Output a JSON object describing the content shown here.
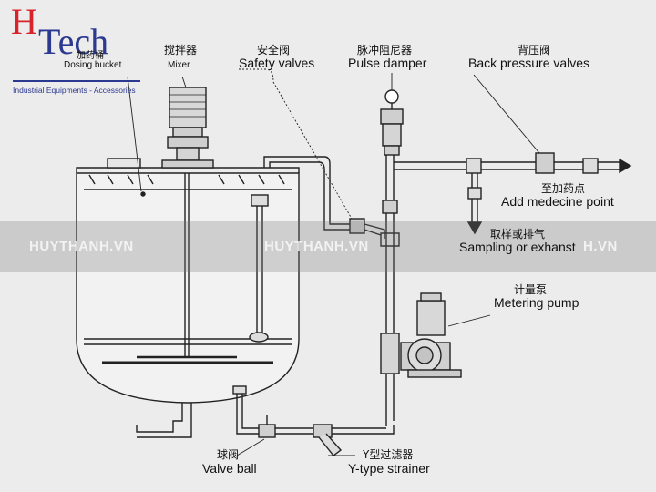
{
  "logo": {
    "letter_h": "H",
    "word_tech": "Tech",
    "tagline": "Industrial Equipments - Accessories",
    "colors": {
      "red": "#d8232a",
      "blue": "#2b3990"
    }
  },
  "watermark": {
    "text_left": "HUYTHANH.VN",
    "text_center": "HUYTHANH.VN",
    "text_right": "H.VN"
  },
  "labels": {
    "dosing_bucket": {
      "cn": "加药桶",
      "en": "Dosing bucket"
    },
    "mixer": {
      "cn": "搅拌器",
      "en": "Mixer"
    },
    "safety_valves": {
      "cn": "安全阀",
      "en": "Safety valves"
    },
    "pulse_damper": {
      "cn": "脉冲阻尼器",
      "en": "Pulse damper"
    },
    "back_pressure": {
      "cn": "背压阀",
      "en": "Back pressure valves"
    },
    "add_point": {
      "cn": "至加药点",
      "en": "Add medecine point"
    },
    "sampling": {
      "cn": "取样或排气",
      "en": "Sampling or exhanst"
    },
    "metering_pump": {
      "cn": "计量泵",
      "en": "Metering pump"
    },
    "valve_ball": {
      "cn": "球阀",
      "en": "Valve ball"
    },
    "y_strainer": {
      "cn": "Y型过滤器",
      "en": "Y-type strainer"
    }
  }
}
